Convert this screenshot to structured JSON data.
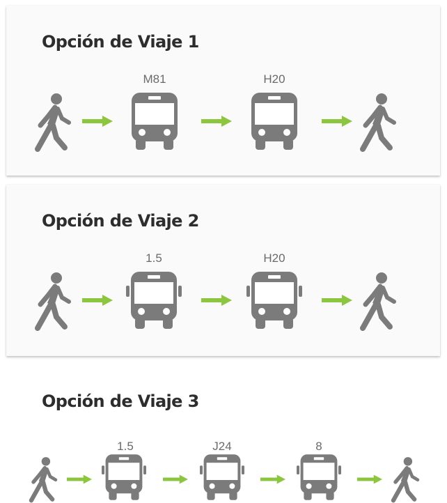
{
  "trip_options": [
    {
      "title": "Opción de Viaje 1",
      "start_icon": "walking-person-icon",
      "end_icon": "walking-person-icon",
      "connector_icon": "arrow-right-icon",
      "routes": [
        {
          "label": "M81",
          "icon": "bus-icon"
        },
        {
          "label": "H20",
          "icon": "bus-icon"
        }
      ]
    },
    {
      "title": "Opción de Viaje 2",
      "start_icon": "walking-person-icon",
      "end_icon": "walking-person-icon",
      "connector_icon": "arrow-right-icon",
      "routes": [
        {
          "label": "1.5",
          "icon": "bus-icon"
        },
        {
          "label": "H20",
          "icon": "bus-icon"
        }
      ]
    },
    {
      "title": "Opción de Viaje 3",
      "start_icon": "walking-person-icon",
      "end_icon": "walking-person-icon",
      "connector_icon": "arrow-right-icon",
      "routes": [
        {
          "label": "1.5",
          "icon": "bus-icon"
        },
        {
          "label": "J24",
          "icon": "bus-icon"
        },
        {
          "label": "8",
          "icon": "bus-icon"
        }
      ]
    }
  ],
  "colors": {
    "icon_gray": "#7b7b7b",
    "arrow_green": "#8cc63f",
    "title_text": "#2d2d2d",
    "label_text": "#6a6a6a",
    "card_background": "#fafafa"
  }
}
